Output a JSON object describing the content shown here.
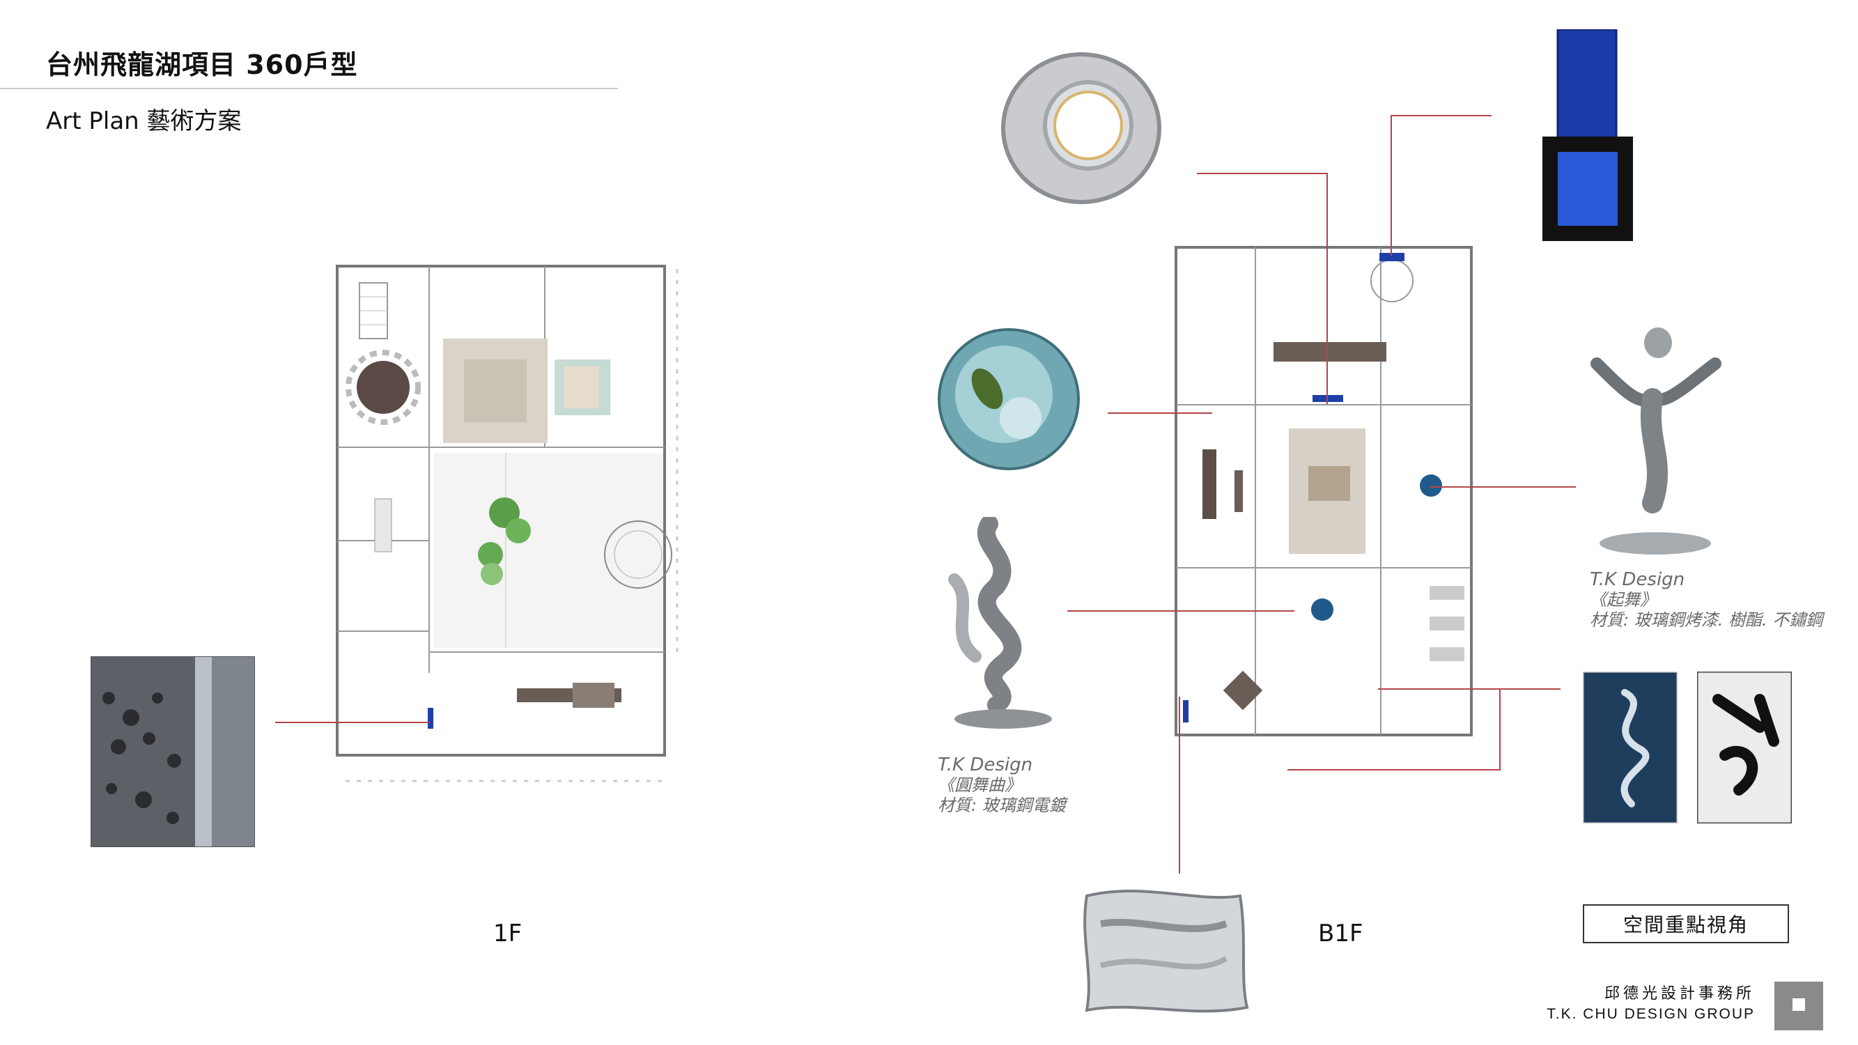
{
  "header": {
    "title": "台州飛龍湖項目 360戶型",
    "subtitle": "Art Plan 藝術方案"
  },
  "floors": {
    "first": "1F",
    "basement": "B1F"
  },
  "artworks": {
    "dance": {
      "designer": "T.K Design",
      "name": "《圓舞曲》",
      "material": "材質: 玻璃鋼電鍍"
    },
    "rise": {
      "designer": "T.K Design",
      "name": "《起舞》",
      "material": "材質: 玻璃鋼烤漆. 樹酯. 不鏽鋼"
    }
  },
  "legend_button": "空間重點視角",
  "brand": {
    "chinese": "邱德光設計事務所",
    "english": "T.K. CHU DESIGN GROUP"
  },
  "colors": {
    "leader": "#b3454a",
    "accent_blue": "#1f3fa8"
  }
}
